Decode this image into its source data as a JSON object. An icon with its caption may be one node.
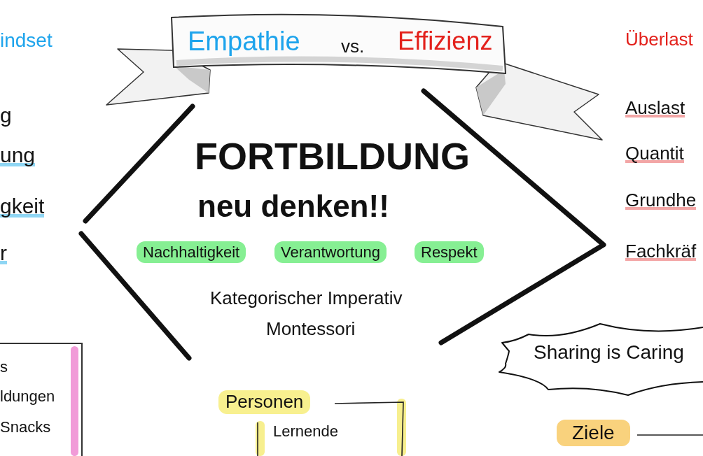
{
  "diagram": {
    "nodes": [
      {
        "text": [
          "Empathie",
          "vs.",
          "Effizienz"
        ]
      },
      {
        "text": [
          "FORTBILDUNG",
          "neu denken!!",
          "Kategorischer Imperativ",
          "Montessori"
        ]
      },
      {
        "text": [
          "Nachhaltigkeit"
        ],
        "in": 1
      },
      {
        "text": [
          "Verantwortung"
        ],
        "in": 1
      },
      {
        "text": [
          "Respekt"
        ],
        "in": 1
      },
      {
        "text": [
          "s",
          "ldungen",
          "Snacks"
        ]
      },
      {
        "text": [
          "Sharing is Caring"
        ]
      },
      {
        "text": [
          "Personen",
          "Lernende"
        ]
      },
      {
        "text": [
          "Ziele"
        ]
      }
    ],
    "labels": [
      "indset",
      "g",
      "ung",
      "gkeit",
      "r",
      "Überlast",
      "Auslast",
      "Quantit",
      "Grundhe",
      "Fachkräf"
    ]
  }
}
